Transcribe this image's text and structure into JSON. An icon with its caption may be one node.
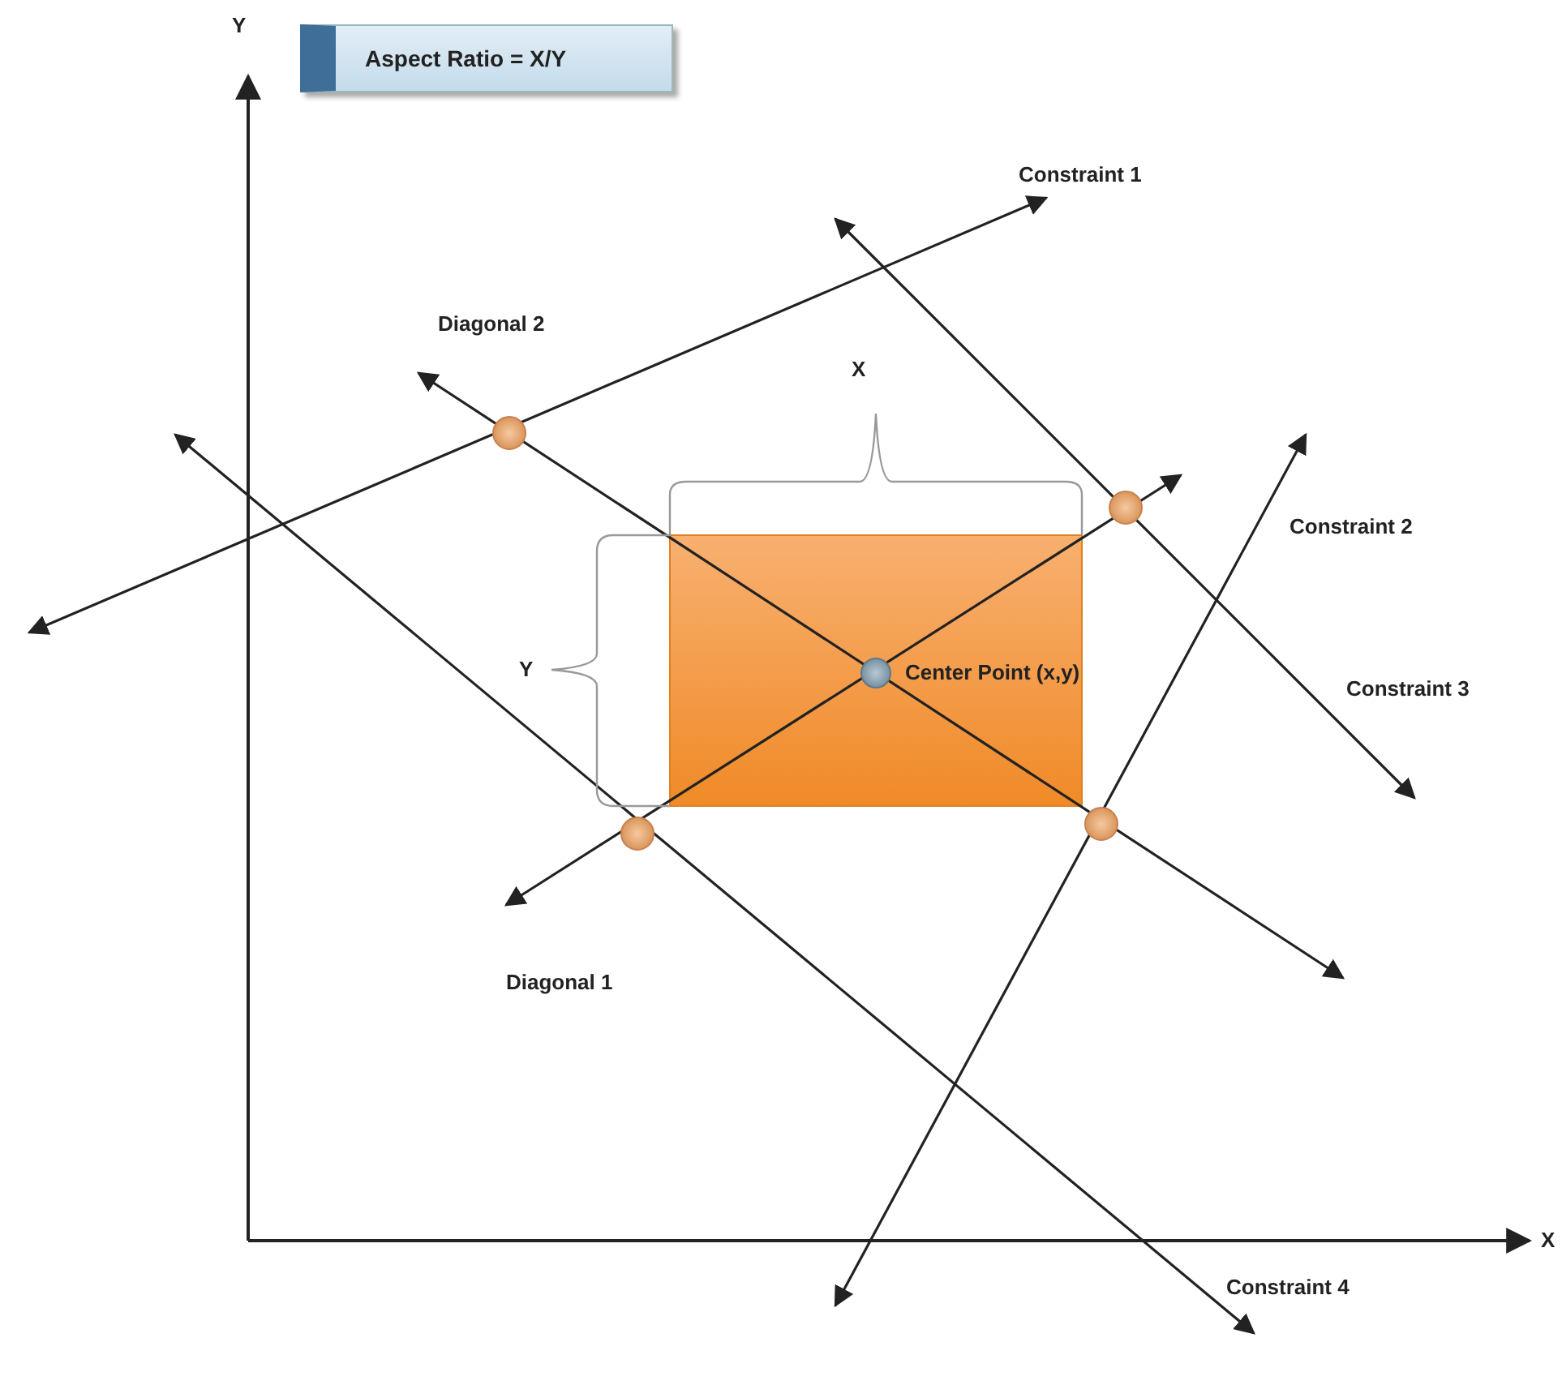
{
  "diagram": {
    "nodes": [
      {
        "text": [
          "Aspect Ratio = X/Y"
        ]
      }
    ],
    "labels": [
      "Y",
      "Constraint 1",
      "Diagonal 2",
      "X",
      "Constraint 2",
      "Y",
      "Center Point (x,y)",
      "Constraint 3",
      "Diagonal 1",
      "X",
      "Constraint 4"
    ]
  }
}
